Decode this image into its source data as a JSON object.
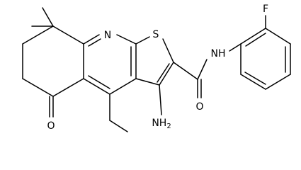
{
  "atoms": {
    "N_ring": "N",
    "S_ring": "S",
    "NH_amide": "NH",
    "F": "F",
    "NH2": "NH",
    "NH2_sub": "2",
    "O_amide": "O",
    "O_ketone": "O"
  }
}
